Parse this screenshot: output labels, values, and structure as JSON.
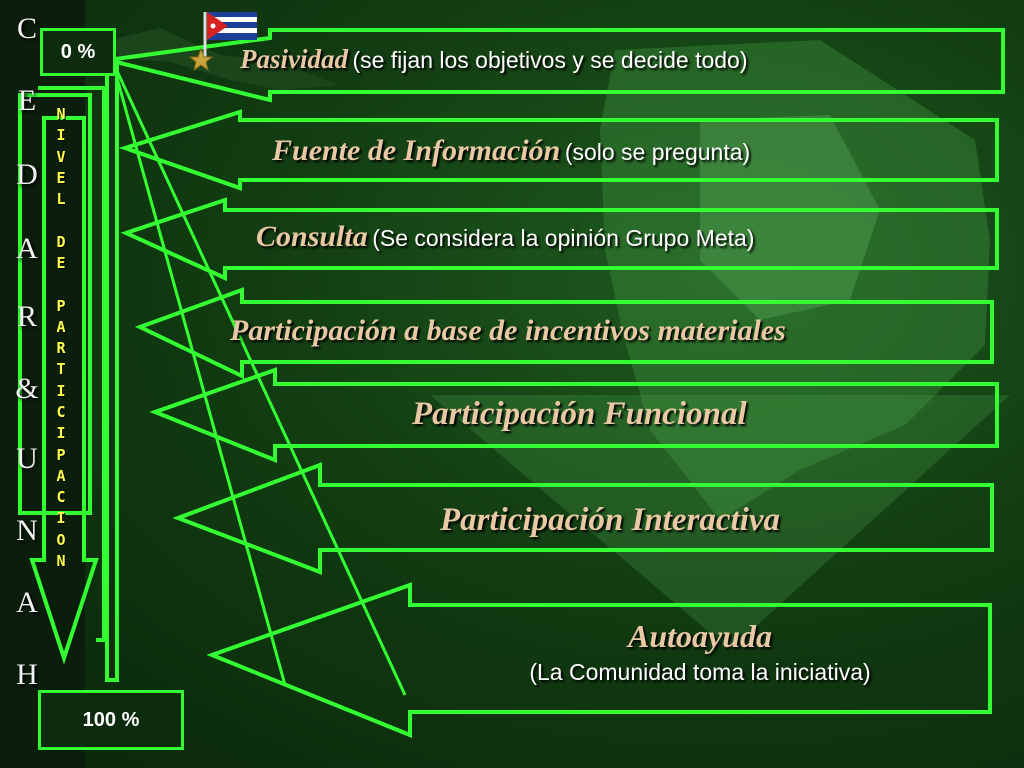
{
  "side_ladder": [
    "C",
    "E",
    "D",
    "A",
    "R",
    "&",
    "U",
    "N",
    "A",
    "H"
  ],
  "vertical_label": "NIVEL DE PARTICIPACION",
  "scale": {
    "top": "0 %",
    "bottom": "100 %"
  },
  "steps": [
    {
      "title": "Pasividad",
      "note": "(se fijan los objetivos y se decide todo)"
    },
    {
      "title": "Fuente de Información",
      "note": "(solo se pregunta)"
    },
    {
      "title": "Consulta",
      "note": "(Se considera la opinión Grupo Meta)"
    },
    {
      "title": "Participación a base de incentivos materiales",
      "note": ""
    },
    {
      "title": "Participación Funcional",
      "note": ""
    },
    {
      "title": "Participación Interactiva",
      "note": ""
    },
    {
      "title": "Autoayuda",
      "note": "(La Comunidad toma la iniciativa)"
    }
  ],
  "colors": {
    "arrow_outline": "#33ff33",
    "title_text": "#e9c8a4",
    "vertical_text": "#ffff4d",
    "background": "#123d12"
  },
  "icons": [
    "cuban-flag-icon",
    "star-icon"
  ]
}
